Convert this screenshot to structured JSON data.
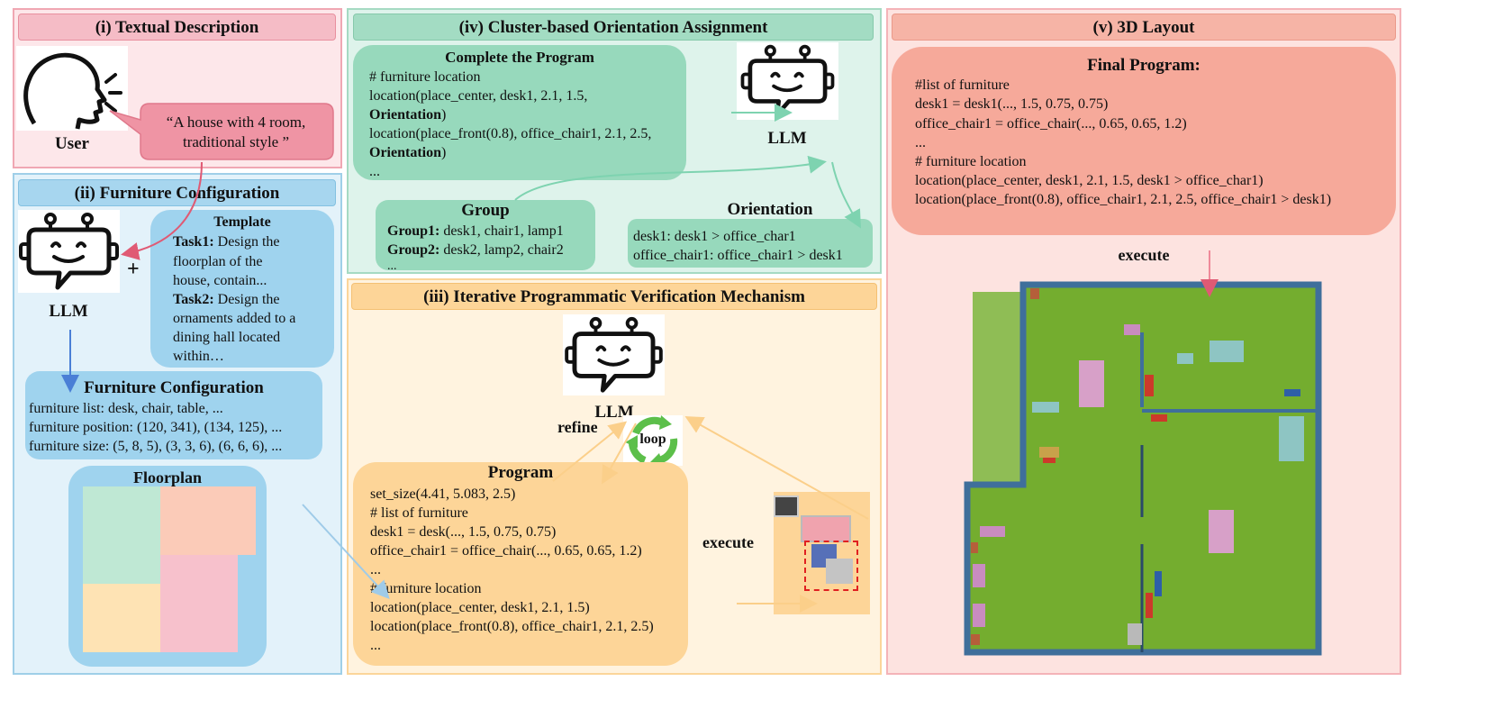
{
  "panel1": {
    "title": "(i) Textual Description",
    "user_label": "User",
    "quote_line1": "“A house with 4 room,",
    "quote_line2": "traditional style ”"
  },
  "panel2": {
    "title": "(ii) Furniture Configuration",
    "llm_label": "LLM",
    "plus": "+",
    "template": {
      "heading": "Template",
      "task1_label": "Task1:",
      "task1_line1": " Design the",
      "task1_line2": "floorplan of the",
      "task1_line3": "house, contain...",
      "task2_label": "Task2:",
      "task2_line1": " Design the",
      "task2_line2": "ornaments added to a",
      "task2_line3": "dining  hall located",
      "task2_line4": "within…"
    },
    "config": {
      "heading": "Furniture Configuration",
      "line1": "furniture list: desk, chair, table, ...",
      "line2": "furniture position: (120, 341), (134, 125), ...",
      "line3": "furniture size: (5, 8, 5), (3, 3, 6), (6, 6, 6), ..."
    },
    "floorplan_label": "Floorplan"
  },
  "panel3": {
    "title": "(iv) Cluster-based Orientation Assignment",
    "complete": {
      "heading": "Complete the Program",
      "line1": "# furniture location",
      "line2": "location(place_center, desk1, 2.1, 1.5,",
      "line3": "Orientation",
      "line3_tail": ")",
      "line4": "location(place_front(0.8), office_chair1, 2.1, 2.5,",
      "line5": "Orientation",
      "line5_tail": ")",
      "line6": "..."
    },
    "llm_label": "LLM",
    "group": {
      "heading": "Group",
      "g1_label": "Group1:",
      "g1_text": " desk1, chair1, lamp1",
      "g2_label": "Group2:",
      "g2_text": " desk2, lamp2, chair2",
      "more": "..."
    },
    "orientation": {
      "heading": "Orientation",
      "line1": "desk1: desk1 > office_char1",
      "line2": "office_chair1: office_chair1 > desk1"
    }
  },
  "panel4": {
    "title": "(iii) Iterative Programmatic Verification Mechanism",
    "llm_label": "LLM",
    "refine_label": "refine",
    "loop_label": "loop",
    "execute_label": "execute",
    "program": {
      "heading": "Program",
      "lines": [
        "set_size(4.41, 5.083, 2.5)",
        "# list of furniture",
        "desk1 = desk(..., 1.5, 0.75, 0.75)",
        "office_chair1 = office_chair(..., 0.65, 0.65, 1.2)",
        "...",
        "# furniture location",
        "location(place_center, desk1, 2.1, 1.5)",
        "location(place_front(0.8), office_chair1, 2.1, 2.5)",
        "..."
      ]
    }
  },
  "panel5": {
    "title": "(v) 3D Layout",
    "final": {
      "heading": "Final Program:",
      "lines": [
        "#list of furniture",
        "desk1 = desk1(..., 1.5, 0.75, 0.75)",
        "office_chair1 = office_chair(..., 0.65, 0.65, 1.2)",
        "...",
        "# furniture location",
        "location(place_center, desk1, 2.1, 1.5, desk1 > office_char1)",
        "location(place_front(0.8), office_chair1, 2.1, 2.5, office_chair1 > desk1)"
      ]
    },
    "execute_label": "execute"
  },
  "colors": {
    "pink": "#f4b8c2",
    "blue": "#a9d8ee",
    "green": "#a3dcc3",
    "orange": "#fdd9a0",
    "salmon": "#f7b3a5",
    "floor_green": "#7fb23f",
    "wall_blue": "#3f6f9b"
  },
  "icons": [
    "speaking-person-icon",
    "robot-icon",
    "loop-arrows-icon"
  ]
}
